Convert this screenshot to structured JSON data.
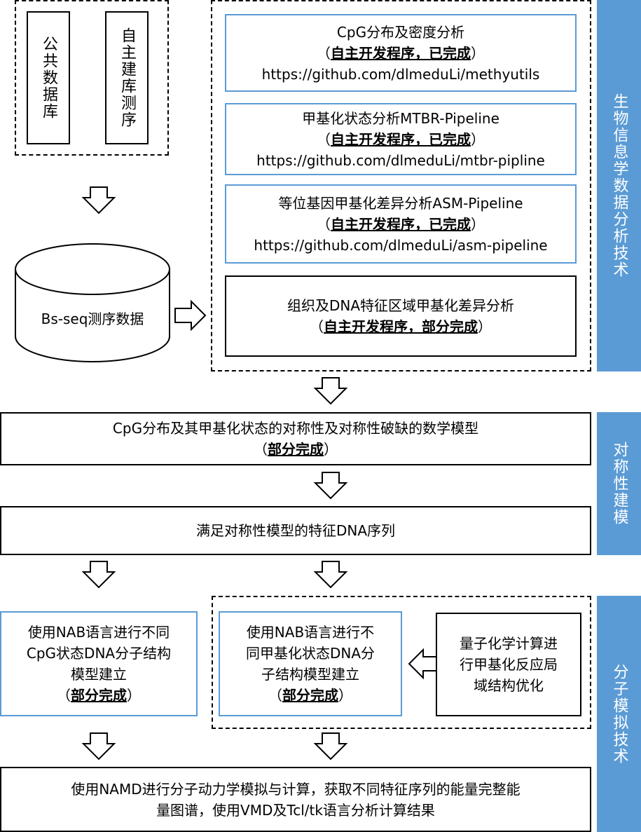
{
  "sources": {
    "public_db": "公共数据库",
    "self_seq": "自主建库测序"
  },
  "bsseq": "Bs-seq测序数据",
  "boxes": {
    "cpg": {
      "title": "CpG分布及密度分析",
      "status_open": "（",
      "status": "自主开发程序，已完成",
      "status_close": "）",
      "url": "https://github.com/dlmeduLi/methyutils"
    },
    "mtbr": {
      "title": "甲基化状态分析MTBR-Pipeline",
      "status_open": "（",
      "status": "自主开发程序，已完成",
      "status_close": "）",
      "url": "https://github.com/dlmeduLi/mtbr-pipline"
    },
    "asm": {
      "title": "等位基因甲基化差异分析ASM-Pipeline",
      "status_open": "（",
      "status": "自主开发程序，已完成",
      "status_close": "）",
      "url": "https://github.com/dlmeduLi/asm-pipeline"
    },
    "tissue": {
      "title": "组织及DNA特征区域甲基化差异分析",
      "status_open": "（",
      "status": "自主开发程序，部分完成",
      "status_close": "）"
    },
    "symmetry_model": {
      "title": "CpG分布及其甲基化状态的对称性及对称性破缺的数学模型",
      "status_open": "（",
      "status": "部分完成",
      "status_close": "）"
    },
    "feature_dna": {
      "title": "满足对称性模型的特征DNA序列"
    },
    "nab_cpg": {
      "line1": "使用NAB语言进行不同",
      "line2": "CpG状态DNA分子结构",
      "line3": "模型建立",
      "status_open": "（",
      "status": "部分完成",
      "status_close": "）"
    },
    "nab_methyl": {
      "line1": "使用NAB语言进行不",
      "line2": "同甲基化状态DNA分",
      "line3": "子结构模型建立",
      "status_open": "（",
      "status": "部分完成",
      "status_close": "）"
    },
    "quantum": {
      "line1": "量子化学计算进",
      "line2": "行甲基化反应局",
      "line3": "域结构优化"
    },
    "namd": {
      "line1": "使用NAMD进行分子动力学模拟与计算，获取不同特征序列的能量完整能",
      "line2": "量图谱，使用VMD及Tcl/tk语言分析计算结果"
    }
  },
  "side_labels": {
    "bioinfo": "生物信息学数据分析技术",
    "symmetry": "对称性建模",
    "molecular": "分子模拟技术"
  },
  "colors": {
    "accent_blue": "#5b9bd5",
    "border_black": "#000000"
  }
}
